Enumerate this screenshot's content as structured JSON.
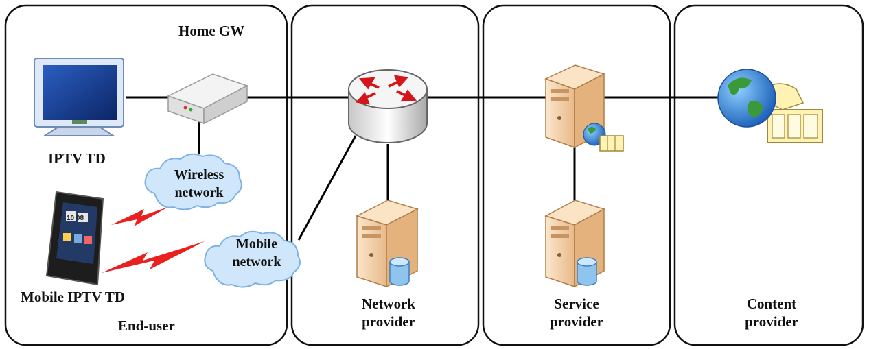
{
  "zones": {
    "end_user": "End-user",
    "network_provider": [
      "Network",
      "provider"
    ],
    "service_provider": [
      "Service",
      "provider"
    ],
    "content_provider": [
      "Content",
      "provider"
    ]
  },
  "labels": {
    "home_gw": "Home GW",
    "iptv_td": "IPTV TD",
    "mobile_iptv_td": "Mobile IPTV TD",
    "wireless_network": [
      "Wireless",
      "network"
    ],
    "mobile_network": [
      "Mobile",
      "network"
    ],
    "phone_clock": "10 08"
  },
  "colors": {
    "link": "#000000",
    "cloud_fill": "#cfe6fb",
    "cloud_stroke": "#7fb2e3",
    "server_fill": "#f7d8b4",
    "lightning": "#e8201f",
    "monitor_screen": "#1a3f8c"
  }
}
